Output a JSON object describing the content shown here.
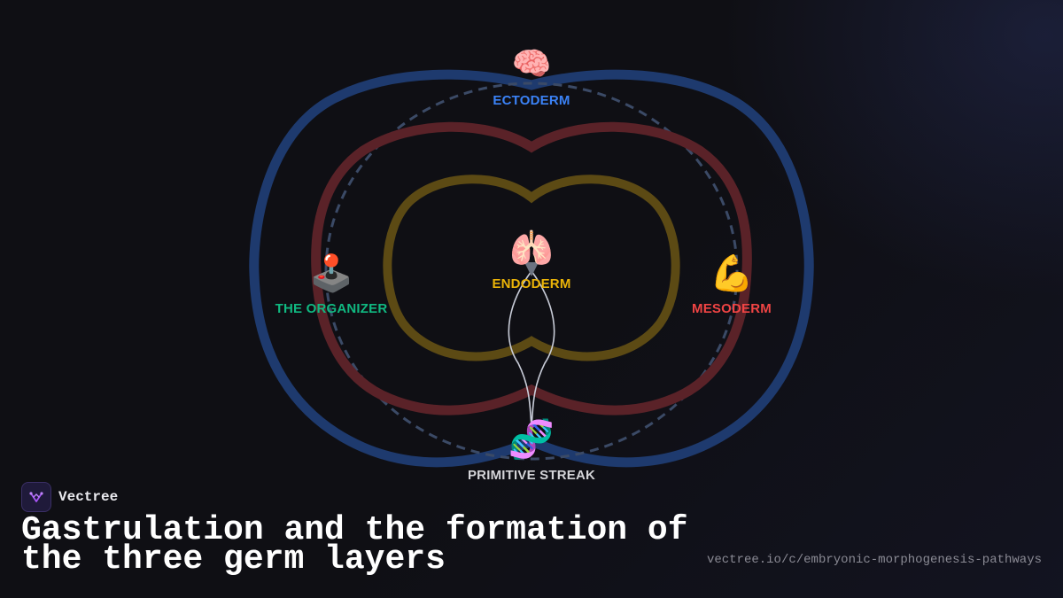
{
  "diagram": {
    "nodes": {
      "ectoderm": {
        "label": "ECTODERM",
        "emoji": "🧠",
        "color": "#3b82f6"
      },
      "endoderm": {
        "label": "ENDODERM",
        "emoji": "🫁",
        "color": "#eab308"
      },
      "mesoderm": {
        "label": "MESODERM",
        "emoji": "💪",
        "color": "#ef4444"
      },
      "organizer": {
        "label": "THE ORGANIZER",
        "emoji": "🕹️",
        "color": "#10b981"
      },
      "streak": {
        "label": "PRIMITIVE STREAK",
        "emoji": "🧬",
        "color": "#d4d4d8"
      }
    },
    "ring_colors": {
      "outer": "#1e3a6e",
      "middle": "#5a2228",
      "inner": "#5c4a14",
      "dashed": "#3b4a66",
      "connector": "#c8ccd8"
    }
  },
  "brand": {
    "name": "Vectree",
    "logo_icon": "vectree-logo-icon"
  },
  "title": "Gastrulation and the formation of the three germ layers",
  "url": "vectree.io/c/embryonic-morphogenesis-pathways"
}
